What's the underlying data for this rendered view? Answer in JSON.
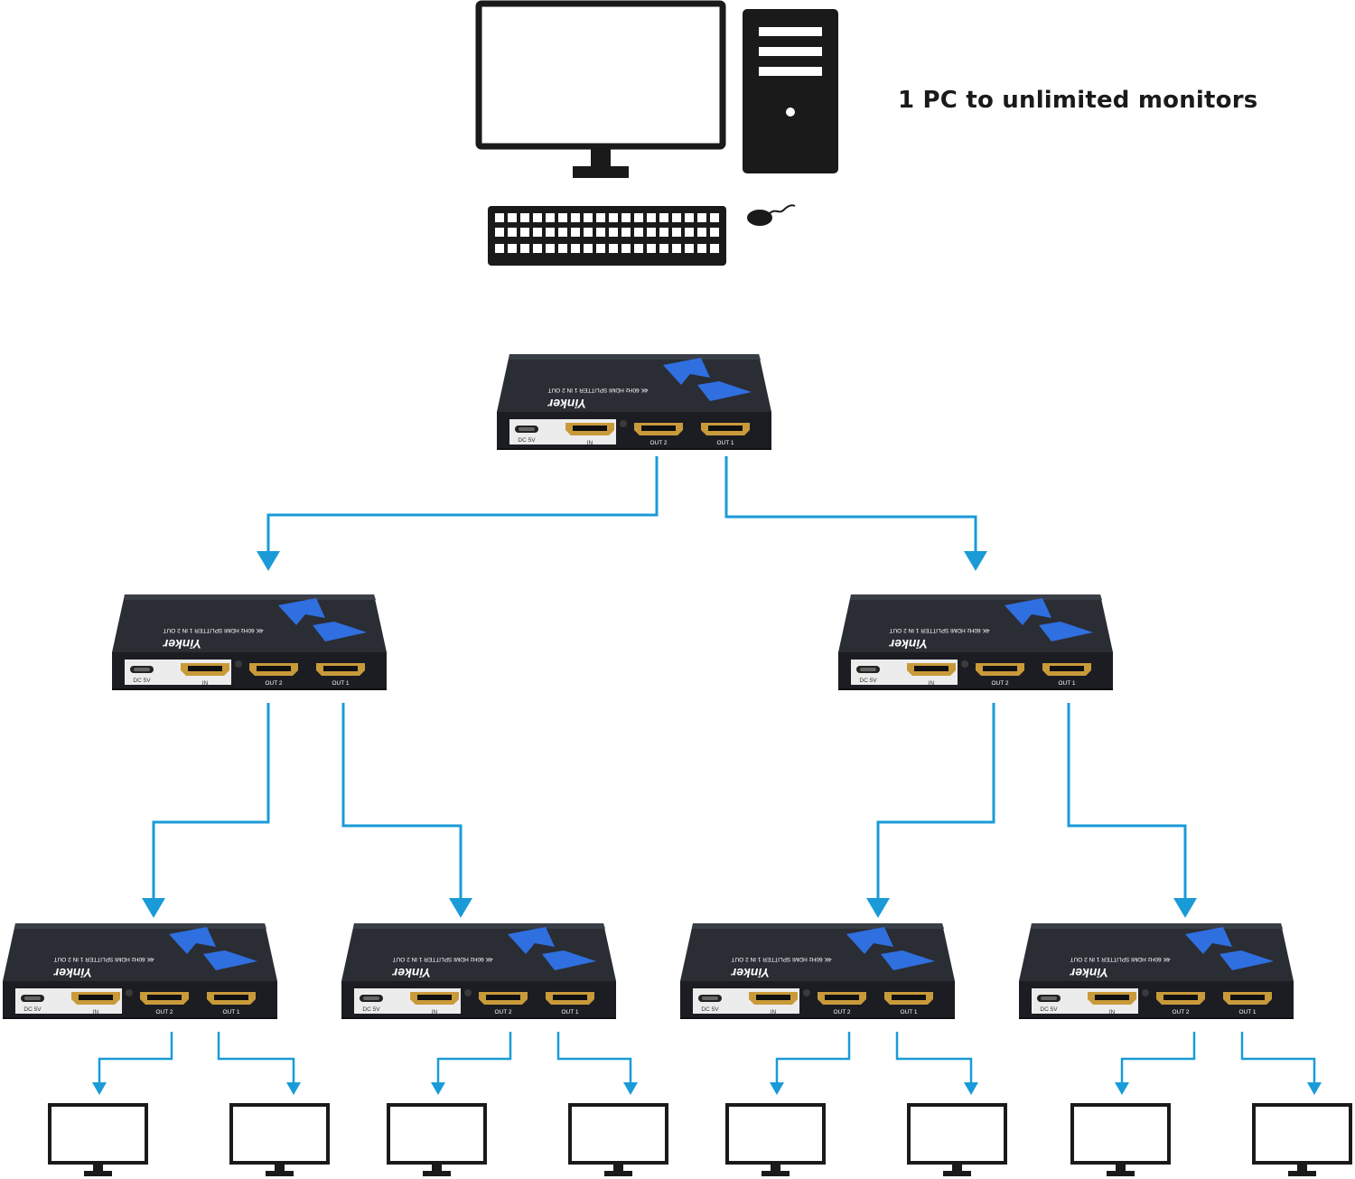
{
  "caption": "1 PC to unlimited monitors",
  "splitter": {
    "brand": "Yinker",
    "model_text": "4K 60Hz HDMI SPLITTER 1 IN 2 OUT",
    "ports": [
      "DC 5V",
      "IN",
      "OUT 2",
      "OUT 1"
    ]
  },
  "colors": {
    "arrow": "#1a9bd7",
    "device_body": "#22252b",
    "logo": "#2f6fe0",
    "hdmi_gold": "#c99a3a",
    "icon": "#1a1a1a"
  },
  "icons": [
    "monitor-icon",
    "pc-tower-icon",
    "keyboard-icon",
    "mouse-icon"
  ]
}
